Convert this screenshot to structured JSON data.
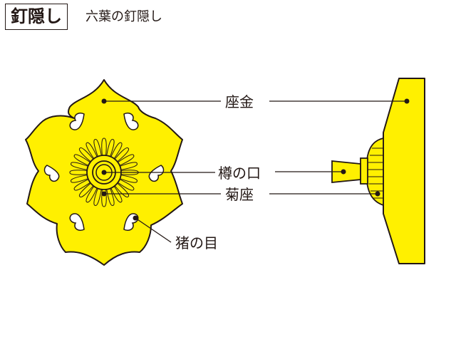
{
  "header": {
    "title": "釘隠し",
    "subtitle": "六葉の釘隠し"
  },
  "labels": {
    "zagane": "座金",
    "taru_no_kuchi": "樽の口",
    "kikuza": "菊座",
    "inome": "猪の目"
  },
  "colors": {
    "fill": "#FFF000",
    "stroke": "#231815",
    "background": "#FFFFFF"
  },
  "petal_count": 6,
  "chrysanthemum_segments": 24
}
